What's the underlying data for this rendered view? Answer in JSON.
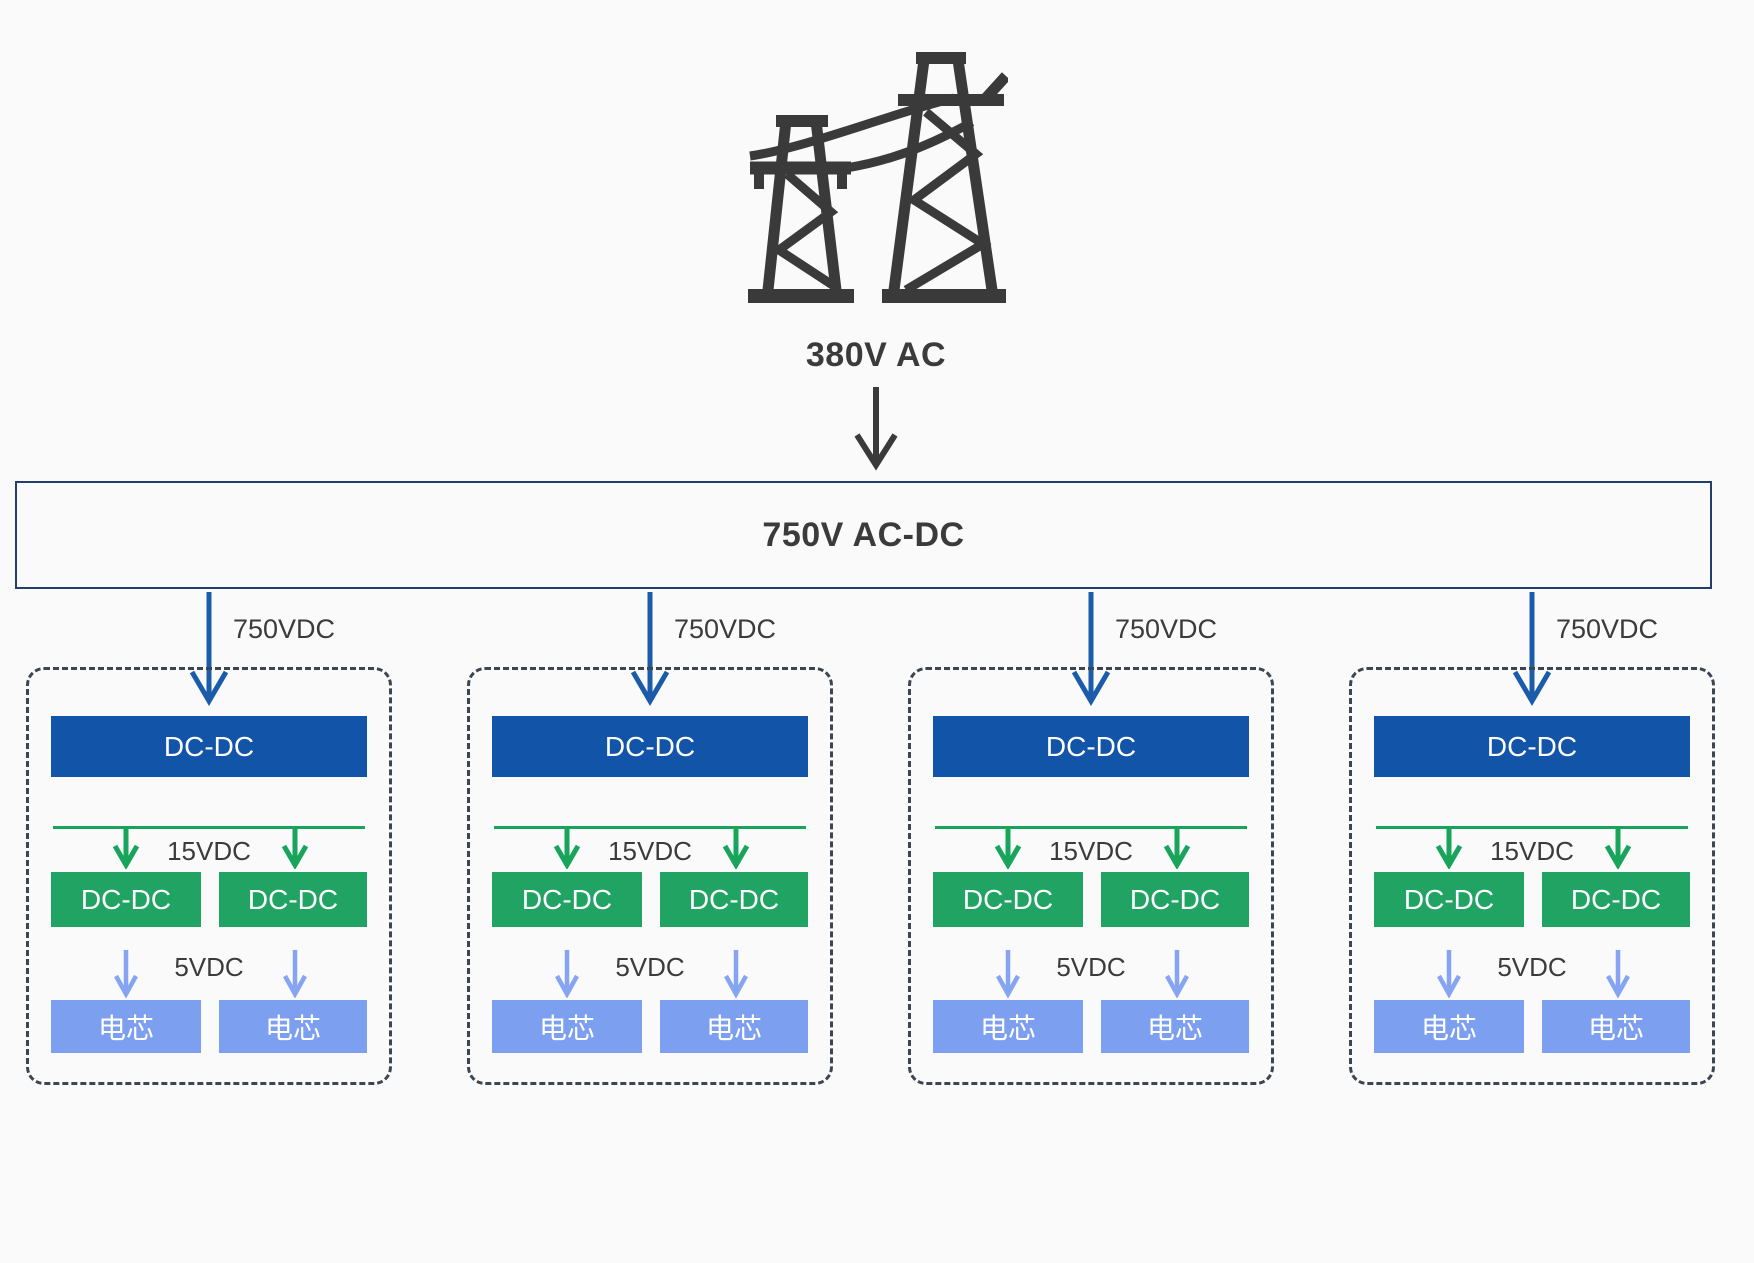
{
  "diagram_title": "battery-formation-power-architecture",
  "header": {
    "icon": "transmission-towers-icon",
    "source_label": "380V AC"
  },
  "converter": {
    "label": "750V AC-DC"
  },
  "branches": [
    {
      "input_label": "750VDC",
      "primary_converter": "DC-DC",
      "mid_bus_label": "15VDC",
      "secondary_converters": [
        "DC-DC",
        "DC-DC"
      ],
      "output_label": "5VDC",
      "cells": [
        "电芯",
        "电芯"
      ]
    },
    {
      "input_label": "750VDC",
      "primary_converter": "DC-DC",
      "mid_bus_label": "15VDC",
      "secondary_converters": [
        "DC-DC",
        "DC-DC"
      ],
      "output_label": "5VDC",
      "cells": [
        "电芯",
        "电芯"
      ]
    },
    {
      "input_label": "750VDC",
      "primary_converter": "DC-DC",
      "mid_bus_label": "15VDC",
      "secondary_converters": [
        "DC-DC",
        "DC-DC"
      ],
      "output_label": "5VDC",
      "cells": [
        "电芯",
        "电芯"
      ]
    },
    {
      "input_label": "750VDC",
      "primary_converter": "DC-DC",
      "mid_bus_label": "15VDC",
      "secondary_converters": [
        "DC-DC",
        "DC-DC"
      ],
      "output_label": "5VDC",
      "cells": [
        "电芯",
        "电芯"
      ]
    }
  ],
  "colors": {
    "background": "#fafafa",
    "primary_box_blue": "#1254a8",
    "secondary_box_green": "#21a463",
    "cell_box_light_blue": "#7d9ff0",
    "bus_line_green": "#17a45b",
    "input_arrow_blue": "#1a5ca9",
    "output_arrow_light_blue": "#85a5f3",
    "dashed_border": "#3d4550",
    "converter_border": "#223f6b",
    "text_dark": "#3b3b3b",
    "icon_dark": "#3a3a3a"
  }
}
